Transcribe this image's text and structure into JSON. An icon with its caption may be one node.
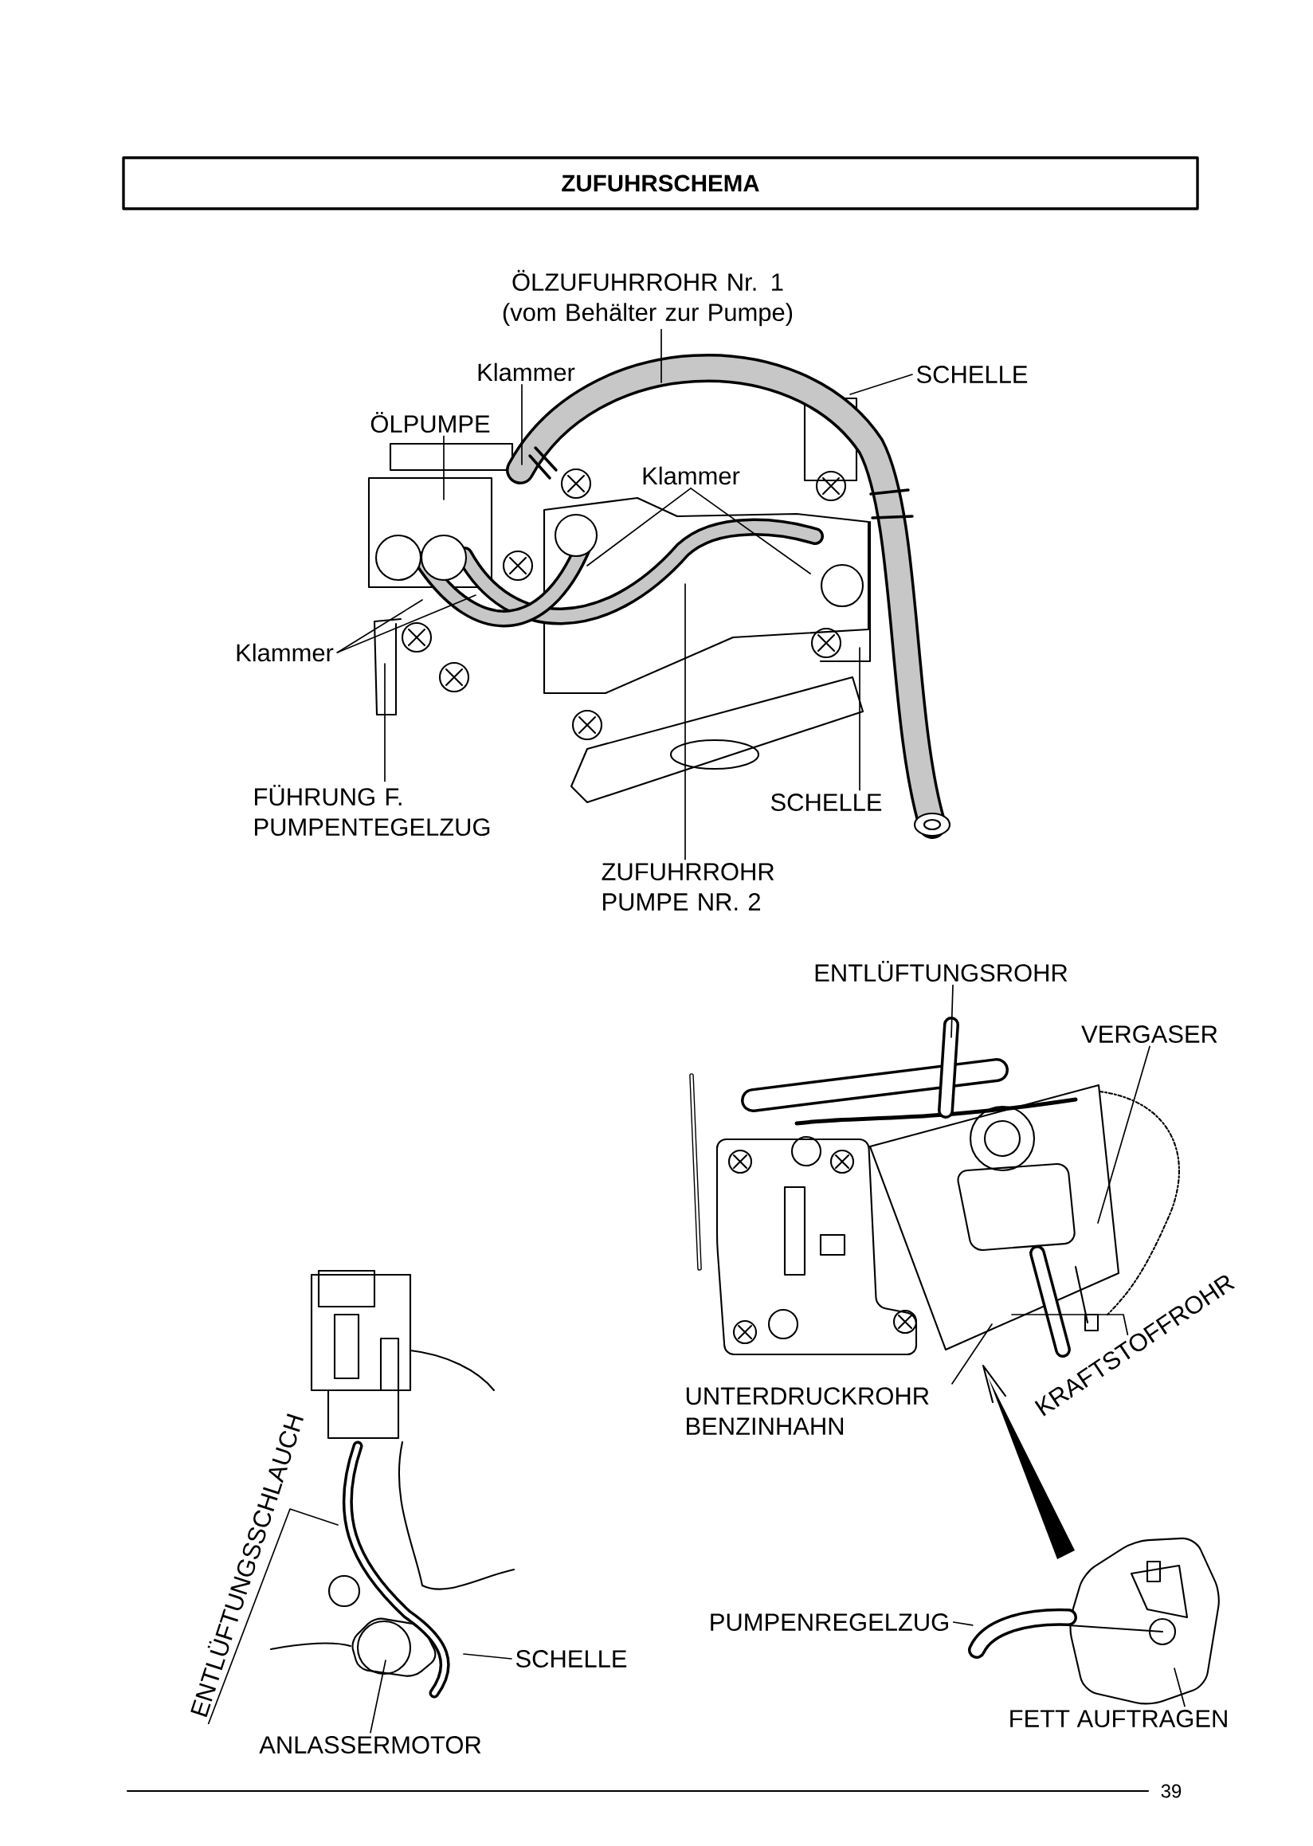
{
  "diagram": {
    "title": "ZUFUHRSCHEMA",
    "nodes": [
      {
        "text": [
          "ÖLZUFUHRROHR Nr. 1 (vom Behälter zur Pumpe)"
        ]
      },
      {
        "text": [
          "Klammer"
        ]
      },
      {
        "text": [
          "SCHELLE"
        ]
      },
      {
        "text": [
          "ÖLPUMPE"
        ]
      },
      {
        "text": [
          "Klammer"
        ]
      },
      {
        "text": [
          "Klammer"
        ]
      },
      {
        "text": [
          "FÜHRUNG F. PUMPENTEGELZUG"
        ]
      },
      {
        "text": [
          "SCHELLE"
        ]
      },
      {
        "text": [
          "ZUFUHRROHR PUMPE NR. 2"
        ]
      },
      {
        "text": [
          "ENTLÜFTUNGSROHR"
        ]
      },
      {
        "text": [
          "VERGASER"
        ]
      },
      {
        "text": [
          "KRAFTSTOFFROHR"
        ]
      },
      {
        "text": [
          "UNTERDRUCKROHR BENZINHAHN"
        ]
      },
      {
        "text": [
          "ENTLÜFTUNGSSCHLAUCH"
        ]
      },
      {
        "text": [
          "SCHELLE"
        ]
      },
      {
        "text": [
          "ANLASSERMOTOR"
        ]
      },
      {
        "text": [
          "PUMPENREGELZUG"
        ]
      },
      {
        "text": [
          "FETT AUFTRAGEN"
        ]
      },
      {
        "text": [],
        "shape": "picture"
      }
    ],
    "edges": [
      {
        "from": 0,
        "to": null,
        "arrow": "none"
      },
      {
        "from": 1,
        "to": null,
        "arrow": "none"
      },
      {
        "from": 2,
        "to": null,
        "arrow": "none"
      },
      {
        "from": 3,
        "to": null,
        "arrow": "none"
      },
      {
        "from": 4,
        "to": null,
        "arrow": "none"
      },
      {
        "from": 4,
        "to": null,
        "arrow": "none"
      },
      {
        "from": 5,
        "to": null,
        "arrow": "none"
      },
      {
        "from": 5,
        "to": null,
        "arrow": "none"
      },
      {
        "from": 6,
        "to": null,
        "arrow": "none"
      },
      {
        "from": 7,
        "to": null,
        "arrow": "none"
      },
      {
        "from": 8,
        "to": null,
        "arrow": "none"
      },
      {
        "from": 9,
        "to": null,
        "arrow": "none"
      },
      {
        "from": 10,
        "to": null,
        "arrow": "none"
      },
      {
        "from": 11,
        "to": null,
        "arrow": "none"
      },
      {
        "from": 12,
        "to": null,
        "arrow": "none"
      },
      {
        "from": 13,
        "to": null,
        "arrow": "none"
      },
      {
        "from": 14,
        "to": null,
        "arrow": "none"
      },
      {
        "from": 15,
        "to": null,
        "arrow": "none"
      },
      {
        "from": 16,
        "to": 18,
        "arrow": "none"
      },
      {
        "from": 17,
        "to": null,
        "arrow": "none"
      }
    ],
    "labels": [
      "39"
    ]
  }
}
